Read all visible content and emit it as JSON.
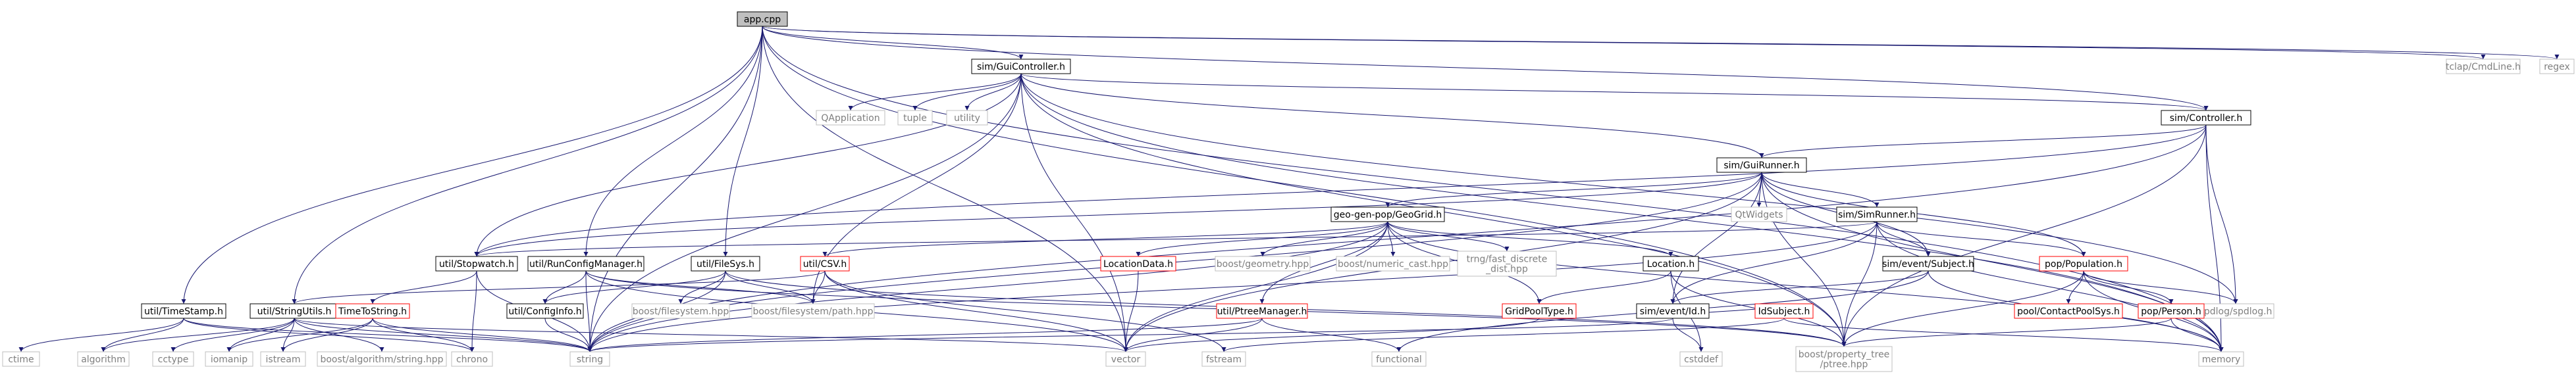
{
  "colors": {
    "edge": "#191970",
    "root_fill": "#bfbfbf",
    "node_border_default": "#000000",
    "node_border_missing": "#bfbfbf",
    "node_border_red": "#ff0000",
    "text_default": "#000000",
    "text_missing": "#7f7f7f"
  },
  "nodes": [
    {
      "id": "n_app",
      "label": "app.cpp",
      "style": "root"
    },
    {
      "id": "n_tclap",
      "label": "tclap/CmdLine.h",
      "style": "missing"
    },
    {
      "id": "n_regex",
      "label": "regex",
      "style": "missing"
    },
    {
      "id": "n_guictl",
      "label": "sim/GuiController.h",
      "style": "default"
    },
    {
      "id": "n_qapp",
      "label": "QApplication",
      "style": "missing"
    },
    {
      "id": "n_tuple",
      "label": "tuple",
      "style": "missing"
    },
    {
      "id": "n_utility",
      "label": "utility",
      "style": "missing"
    },
    {
      "id": "n_simctl",
      "label": "sim/Controller.h",
      "style": "default"
    },
    {
      "id": "n_simrunner",
      "label": "sim/GuiRunner.h",
      "style": "default"
    },
    {
      "id": "n_geogrid",
      "label": "geo-gen-pop/GeoGrid.h",
      "style": "default"
    },
    {
      "id": "n_qtwidgets",
      "label": "QtWidgets",
      "style": "missing"
    },
    {
      "id": "n_simrun",
      "label": "sim/SimRunner.h",
      "style": "default"
    },
    {
      "id": "n_stopwatch",
      "label": "util/Stopwatch.h",
      "style": "default"
    },
    {
      "id": "n_runcfg",
      "label": "util/RunConfigManager.h",
      "style": "default"
    },
    {
      "id": "n_filesys",
      "label": "util/FileSys.h",
      "style": "default"
    },
    {
      "id": "n_csv",
      "label": "util/CSV.h",
      "style": "red"
    },
    {
      "id": "n_locdata",
      "label": "LocationData.h",
      "style": "red"
    },
    {
      "id": "n_bgeom",
      "label": "boost/geometry.hpp",
      "style": "missing"
    },
    {
      "id": "n_bnum",
      "label": "boost/numeric_cast.hpp",
      "style": "missing"
    },
    {
      "id": "n_trngfdd",
      "label": "trng/fast_discrete\n_dist.hpp",
      "style": "missing"
    },
    {
      "id": "n_location",
      "label": "Location.h",
      "style": "default"
    },
    {
      "id": "n_evsubject",
      "label": "sim/event/Subject.h",
      "style": "default"
    },
    {
      "id": "n_poppop",
      "label": "pop/Population.h",
      "style": "red"
    },
    {
      "id": "n_spdlog",
      "label": "spdlog/spdlog.h",
      "style": "missing"
    },
    {
      "id": "n_timestamp",
      "label": "util/TimeStamp.h",
      "style": "default"
    },
    {
      "id": "n_stringutils",
      "label": "util/StringUtils.h",
      "style": "default"
    },
    {
      "id": "n_timetostr",
      "label": "TimeToString.h",
      "style": "red"
    },
    {
      "id": "n_configinfo",
      "label": "util/ConfigInfo.h",
      "style": "default"
    },
    {
      "id": "n_bfspath",
      "label": "boost/filesystem/path.hpp",
      "style": "missing"
    },
    {
      "id": "n_bfs",
      "label": "boost/filesystem.hpp",
      "style": "missing"
    },
    {
      "id": "n_ptreemgr",
      "label": "util/PtreeManager.h",
      "style": "red"
    },
    {
      "id": "n_gridpop",
      "label": "GridPoolType.h",
      "style": "red"
    },
    {
      "id": "n_evid",
      "label": "sim/event/Id.h",
      "style": "default"
    },
    {
      "id": "n_idsubject",
      "label": "IdSubject.h",
      "style": "red"
    },
    {
      "id": "n_contactpool",
      "label": "pool/ContactPoolSys.h",
      "style": "red"
    },
    {
      "id": "n_popperson",
      "label": "pop/Person.h",
      "style": "red"
    },
    {
      "id": "n_ctime",
      "label": "ctime",
      "style": "missing"
    },
    {
      "id": "n_algorithm",
      "label": "algorithm",
      "style": "missing"
    },
    {
      "id": "n_cctype",
      "label": "cctype",
      "style": "missing"
    },
    {
      "id": "n_iomanip",
      "label": "iomanip",
      "style": "missing"
    },
    {
      "id": "n_istream",
      "label": "istream",
      "style": "missing"
    },
    {
      "id": "n_btrim",
      "label": "boost/algorithm/string.hpp",
      "style": "missing"
    },
    {
      "id": "n_chrono",
      "label": "chrono",
      "style": "missing"
    },
    {
      "id": "n_string",
      "label": "string",
      "style": "missing"
    },
    {
      "id": "n_vector",
      "label": "vector",
      "style": "missing"
    },
    {
      "id": "n_fstream",
      "label": "fstream",
      "style": "missing"
    },
    {
      "id": "n_functional",
      "label": "functional",
      "style": "missing"
    },
    {
      "id": "n_cstddef",
      "label": "cstddef",
      "style": "missing"
    },
    {
      "id": "n_ptree",
      "label": "boost/property_tree\n/ptree.hpp",
      "style": "missing"
    },
    {
      "id": "n_memory",
      "label": "memory",
      "style": "missing"
    }
  ],
  "edges": [
    [
      "n_app",
      "n_tclap"
    ],
    [
      "n_app",
      "n_regex"
    ],
    [
      "n_app",
      "n_guictl"
    ],
    [
      "n_app",
      "n_simctl"
    ],
    [
      "n_app",
      "n_runcfg"
    ],
    [
      "n_app",
      "n_filesys"
    ],
    [
      "n_app",
      "n_timestamp"
    ],
    [
      "n_app",
      "n_stringutils"
    ],
    [
      "n_app",
      "n_string"
    ],
    [
      "n_app",
      "n_vector"
    ],
    [
      "n_app",
      "n_ptree"
    ],
    [
      "n_app",
      "n_memory"
    ],
    [
      "n_guictl",
      "n_qapp"
    ],
    [
      "n_guictl",
      "n_tuple"
    ],
    [
      "n_guictl",
      "n_utility"
    ],
    [
      "n_guictl",
      "n_simctl"
    ],
    [
      "n_guictl",
      "n_simrunner"
    ],
    [
      "n_guictl",
      "n_stopwatch"
    ],
    [
      "n_guictl",
      "n_bfspath"
    ],
    [
      "n_guictl",
      "n_string"
    ],
    [
      "n_guictl",
      "n_vector"
    ],
    [
      "n_guictl",
      "n_ptree"
    ],
    [
      "n_guictl",
      "n_spdlog"
    ],
    [
      "n_guictl",
      "n_memory"
    ],
    [
      "n_simctl",
      "n_simrunner"
    ],
    [
      "n_simctl",
      "n_stopwatch"
    ],
    [
      "n_simctl",
      "n_spdlog"
    ],
    [
      "n_simctl",
      "n_ptree"
    ],
    [
      "n_simctl",
      "n_memory"
    ],
    [
      "n_simctl",
      "n_string"
    ],
    [
      "n_simrunner",
      "n_geogrid"
    ],
    [
      "n_simrunner",
      "n_qtwidgets"
    ],
    [
      "n_simrunner",
      "n_simrun"
    ],
    [
      "n_simrunner",
      "n_evsubject"
    ],
    [
      "n_simrunner",
      "n_poppop"
    ],
    [
      "n_simrunner",
      "n_stopwatch"
    ],
    [
      "n_simrunner",
      "n_evid"
    ],
    [
      "n_simrunner",
      "n_string"
    ],
    [
      "n_simrunner",
      "n_vector"
    ],
    [
      "n_simrunner",
      "n_memory"
    ],
    [
      "n_simrunner",
      "n_ptree"
    ],
    [
      "n_geogrid",
      "n_csv"
    ],
    [
      "n_geogrid",
      "n_locdata"
    ],
    [
      "n_geogrid",
      "n_bgeom"
    ],
    [
      "n_geogrid",
      "n_bnum"
    ],
    [
      "n_geogrid",
      "n_trngfdd"
    ],
    [
      "n_geogrid",
      "n_location"
    ],
    [
      "n_geogrid",
      "n_ptreemgr"
    ],
    [
      "n_geogrid",
      "n_gridpop"
    ],
    [
      "n_geogrid",
      "n_vector"
    ],
    [
      "n_geogrid",
      "n_string"
    ],
    [
      "n_geogrid",
      "n_memory"
    ],
    [
      "n_simrun",
      "n_evsubject"
    ],
    [
      "n_simrun",
      "n_poppop"
    ],
    [
      "n_simrun",
      "n_stopwatch"
    ],
    [
      "n_simrun",
      "n_evid"
    ],
    [
      "n_simrun",
      "n_ptree"
    ],
    [
      "n_simrun",
      "n_memory"
    ],
    [
      "n_simrun",
      "n_string"
    ],
    [
      "n_stopwatch",
      "n_timetostr"
    ],
    [
      "n_stopwatch",
      "n_chrono"
    ],
    [
      "n_stopwatch",
      "n_string"
    ],
    [
      "n_runcfg",
      "n_configinfo"
    ],
    [
      "n_runcfg",
      "n_bfspath"
    ],
    [
      "n_runcfg",
      "n_ptree"
    ],
    [
      "n_runcfg",
      "n_string"
    ],
    [
      "n_runcfg",
      "n_vector"
    ],
    [
      "n_filesys",
      "n_configinfo"
    ],
    [
      "n_filesys",
      "n_bfs"
    ],
    [
      "n_filesys",
      "n_bfspath"
    ],
    [
      "n_filesys",
      "n_ptree"
    ],
    [
      "n_filesys",
      "n_string"
    ],
    [
      "n_csv",
      "n_stringutils"
    ],
    [
      "n_csv",
      "n_bfspath"
    ],
    [
      "n_csv",
      "n_fstream"
    ],
    [
      "n_csv",
      "n_vector"
    ],
    [
      "n_locdata",
      "n_vector"
    ],
    [
      "n_location",
      "n_gridpop"
    ],
    [
      "n_location",
      "n_cstddef"
    ],
    [
      "n_location",
      "n_ptree"
    ],
    [
      "n_evsubject",
      "n_evid"
    ],
    [
      "n_evsubject",
      "n_functional"
    ],
    [
      "n_evsubject",
      "n_memory"
    ],
    [
      "n_poppop",
      "n_contactpool"
    ],
    [
      "n_poppop",
      "n_popperson"
    ],
    [
      "n_poppop",
      "n_spdlog"
    ],
    [
      "n_poppop",
      "n_ptree"
    ],
    [
      "n_poppop",
      "n_memory"
    ],
    [
      "n_evid",
      "n_idsubject"
    ],
    [
      "n_evid",
      "n_cstddef"
    ],
    [
      "n_evid",
      "n_string"
    ],
    [
      "n_idsubject",
      "n_fstream"
    ],
    [
      "n_idsubject",
      "n_memory"
    ],
    [
      "n_popperson",
      "n_memory"
    ],
    [
      "n_popperson",
      "n_ptree"
    ],
    [
      "n_timestamp",
      "n_ctime"
    ],
    [
      "n_timestamp",
      "n_algorithm"
    ],
    [
      "n_timestamp",
      "n_chrono"
    ],
    [
      "n_timestamp",
      "n_string"
    ],
    [
      "n_stringutils",
      "n_algorithm"
    ],
    [
      "n_stringutils",
      "n_cctype"
    ],
    [
      "n_stringutils",
      "n_iomanip"
    ],
    [
      "n_stringutils",
      "n_istream"
    ],
    [
      "n_stringutils",
      "n_btrim"
    ],
    [
      "n_stringutils",
      "n_string"
    ],
    [
      "n_stringutils",
      "n_vector"
    ],
    [
      "n_timetostr",
      "n_iomanip"
    ],
    [
      "n_timetostr",
      "n_chrono"
    ],
    [
      "n_timetostr",
      "n_string"
    ],
    [
      "n_timetostr",
      "n_istream"
    ],
    [
      "n_configinfo",
      "n_string"
    ],
    [
      "n_ptreemgr",
      "n_vector"
    ],
    [
      "n_ptreemgr",
      "n_string"
    ],
    [
      "n_ptreemgr",
      "n_functional"
    ],
    [
      "n_gridpop",
      "n_vector"
    ]
  ]
}
